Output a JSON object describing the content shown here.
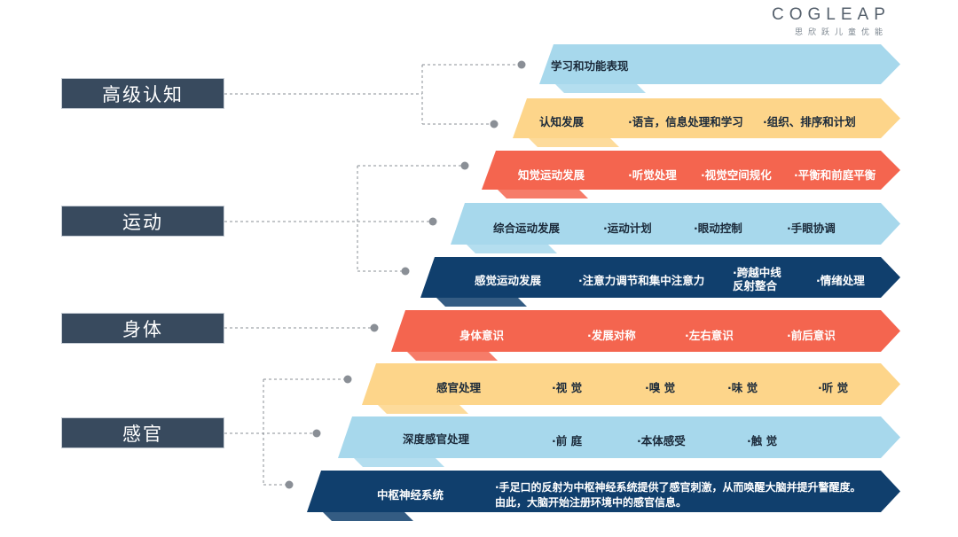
{
  "logo": {
    "name": "COGLEAP",
    "subtitle": "思欣跃儿童优能"
  },
  "categories": [
    "高级认知",
    "运动",
    "身体",
    "感官"
  ],
  "layers": [
    {
      "label": "学习和功能表现",
      "items": []
    },
    {
      "label": "认知发展",
      "items": [
        "·语言，信息处理和学习",
        "·组织、排序和计划"
      ]
    },
    {
      "label": "知觉运动发展",
      "items": [
        "·听觉处理",
        "·视觉空间规化",
        "·平衡和前庭平衡"
      ]
    },
    {
      "label": "综合运动发展",
      "items": [
        "·运动计划",
        "·眼动控制",
        "·手眼协调"
      ]
    },
    {
      "label": "感觉运动发展",
      "items": [
        "·注意力调节和集中注意力",
        "·跨越中线\n反射整合",
        "·情绪处理"
      ]
    },
    {
      "label": "身体意识",
      "items": [
        "·发展对称",
        "·左右意识",
        "·前后意识"
      ]
    },
    {
      "label": "感官处理",
      "items": [
        "·视 觉",
        "·嗅 觉",
        "·味 觉",
        "·听 觉"
      ]
    },
    {
      "label": "深度感官处理",
      "items": [
        "·前 庭",
        "·本体感受",
        "·触 觉"
      ]
    },
    {
      "label": "中枢神经系统",
      "items": [
        "·手足口的反射为中枢神经系统提供了感官刺激，从而唤醒大脑并提升警醒度。\n由此，大脑开始注册环境中的感官信息。"
      ]
    }
  ],
  "colors": {
    "light_blue": "#a7d8ec",
    "yellow": "#fdd58a",
    "coral": "#f4654f",
    "navy": "#103f6d",
    "category_bg": "#384a5e",
    "connector": "#8a8f96"
  }
}
